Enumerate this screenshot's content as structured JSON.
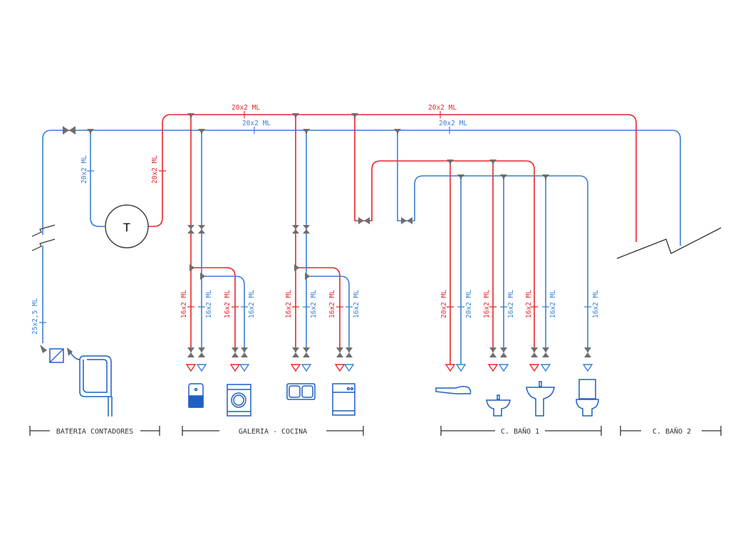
{
  "colors": {
    "hot": "#e8262c",
    "cold": "#3a7fd4",
    "fitting": "#6e6e6e",
    "fixture": "#1f5fc4",
    "text": "#333333"
  },
  "heater": {
    "label": "T"
  },
  "pipe_labels": {
    "main_hot_1": "20x2 ML",
    "main_cold_1": "20x2 ML",
    "main_hot_2": "20x2 ML",
    "main_cold_2": "20x2 ML",
    "heater_cold": "20x2 ML",
    "heater_hot": "20x2 ML",
    "supply": "25x2,5 ML",
    "galeria": [
      "16x2 ML",
      "16x2 ML",
      "16x2 ML",
      "16x2 ML"
    ],
    "cocina": [
      "16x2 ML",
      "16x2 ML",
      "16x2 ML",
      "16x2 ML"
    ],
    "bano1": [
      "20x2 ML",
      "20x2 ML",
      "16x2 ML",
      "16x2 ML",
      "16x2 ML",
      "16x2 ML",
      "16x2 ML"
    ]
  },
  "sections": [
    "BATERIA CONTADORES",
    "GALERIA - COCINA",
    "C. BAÑO 1",
    "C. BAÑO 2"
  ],
  "fixtures": [
    "water-heater-sink",
    "washing-machine",
    "double-sink",
    "dishwasher",
    "shower",
    "bidet",
    "washbasin",
    "toilet"
  ]
}
